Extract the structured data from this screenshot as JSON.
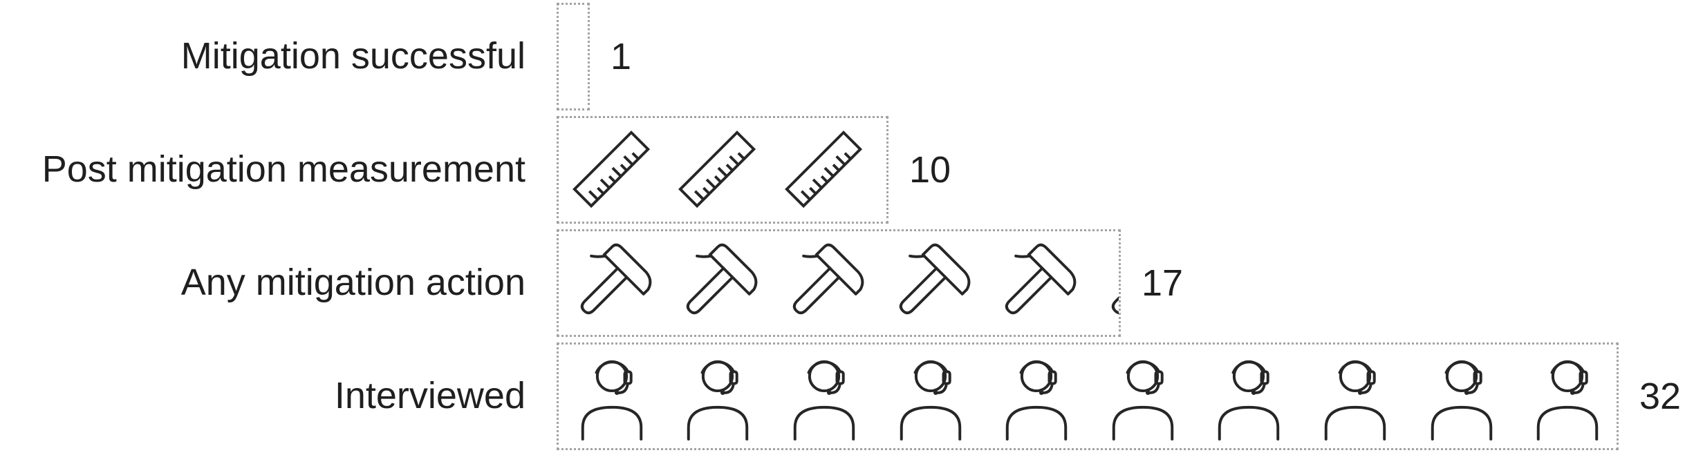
{
  "chart_data": {
    "type": "bar",
    "variant": "horizontal-pictogram",
    "title": "",
    "categories": [
      "Mitigation successful",
      "Post mitigation measurement",
      "Any mitigation action",
      "Interviewed"
    ],
    "values": [
      1,
      10,
      17,
      32
    ],
    "units_per_icon": 3.2,
    "icons": [
      "",
      "ruler-icon",
      "hammer-icon",
      "person-headset-icon"
    ],
    "xlim": [
      0,
      32
    ],
    "legend": "none",
    "grid": false,
    "style": {
      "box_border_color": "#a3a3a3",
      "icon_stroke_color": "#262626",
      "text_color": "#1f1f1f",
      "background": "#ffffff"
    }
  }
}
